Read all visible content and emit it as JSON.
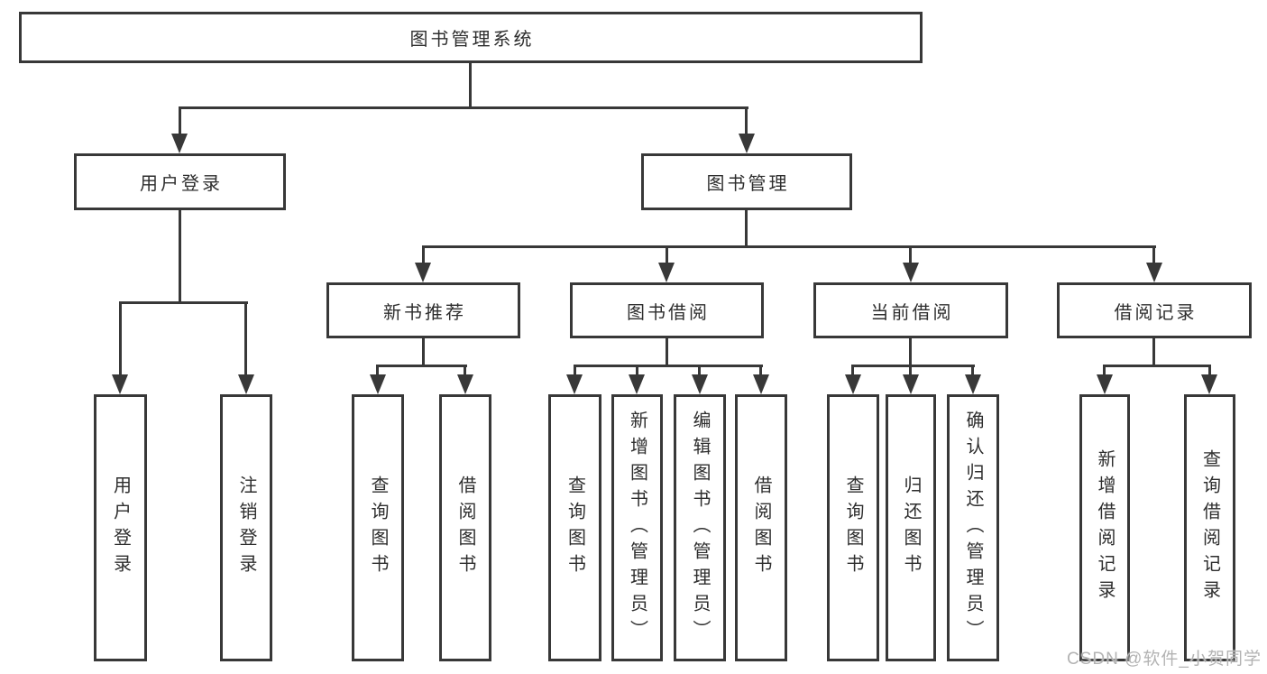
{
  "diagram": {
    "type": "tree",
    "tree": {
      "label": "图书管理系统",
      "children": [
        {
          "label": "用户登录",
          "children": [
            {
              "label": "用户登录"
            },
            {
              "label": "注销登录"
            }
          ]
        },
        {
          "label": "图书管理",
          "children": [
            {
              "label": "新书推荐",
              "children": [
                {
                  "label": "查询图书"
                },
                {
                  "label": "借阅图书"
                }
              ]
            },
            {
              "label": "图书借阅",
              "children": [
                {
                  "label": "查询图书"
                },
                {
                  "label": "新增图书（管理员）"
                },
                {
                  "label": "编辑图书（管理员）"
                },
                {
                  "label": "借阅图书"
                }
              ]
            },
            {
              "label": "当前借阅",
              "children": [
                {
                  "label": "查询图书"
                },
                {
                  "label": "归还图书"
                },
                {
                  "label": "确认归还（管理员）"
                }
              ]
            },
            {
              "label": "借阅记录",
              "children": [
                {
                  "label": "新增借阅记录"
                },
                {
                  "label": "查询借阅记录"
                }
              ]
            }
          ]
        }
      ]
    },
    "colors": {
      "line": "#383838",
      "text": "#2e2e2e",
      "background": "#ffffff",
      "watermark": "#b3b3b3"
    },
    "watermark": "CSDN @软件_小贺同学"
  }
}
